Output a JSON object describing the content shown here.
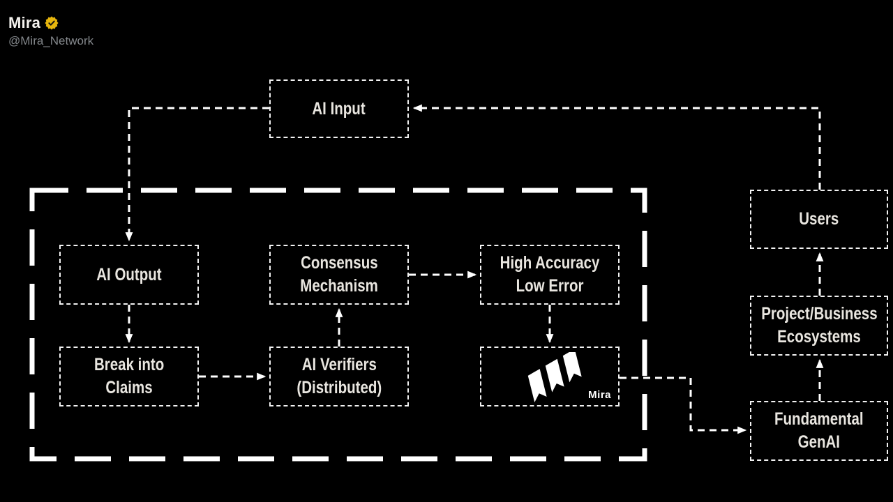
{
  "header": {
    "display_name": "Mira",
    "handle": "@Mira_Network",
    "badge": "gold-verified-checkmark"
  },
  "colors": {
    "background": "#000000",
    "box_border": "#f2f2f2",
    "label_text": "#e9e6e0",
    "connector": "#ffffff",
    "badge_gold": "#e7b60d",
    "badge_check": "#131313",
    "handle_text": "#83878b"
  },
  "diagram": {
    "boxes": {
      "ai_input": {
        "line1": "AI Input",
        "line2": ""
      },
      "ai_output": {
        "line1": "AI Output",
        "line2": ""
      },
      "break_into_claims": {
        "line1": "Break into",
        "line2": "Claims"
      },
      "consensus": {
        "line1": "Consensus",
        "line2": "Mechanism"
      },
      "ai_verifiers": {
        "line1": "AI Verifiers",
        "line2": "(Distributed)"
      },
      "high_accuracy": {
        "line1": "High Accuracy",
        "line2": "Low Error"
      },
      "mira": {
        "logo": "mira-three-flags-logo",
        "brand_label": "Mira"
      },
      "users": {
        "line1": "Users",
        "line2": ""
      },
      "project_business": {
        "line1": "Project/Business",
        "line2": "Ecosystems"
      },
      "fundamental_genai": {
        "line1": "Fundamental",
        "line2": "GenAI"
      }
    },
    "container": "dashed frame enclosing AI Output, Break into Claims, Consensus Mechanism, AI Verifiers, High Accuracy Low Error, Mira",
    "connections": [
      {
        "from": "users",
        "to": "ai_input"
      },
      {
        "from": "ai_input",
        "to": "ai_output"
      },
      {
        "from": "ai_output",
        "to": "break_into_claims"
      },
      {
        "from": "break_into_claims",
        "to": "ai_verifiers"
      },
      {
        "from": "ai_verifiers",
        "to": "consensus"
      },
      {
        "from": "consensus",
        "to": "high_accuracy"
      },
      {
        "from": "high_accuracy",
        "to": "mira"
      },
      {
        "from": "mira",
        "to": "fundamental_genai"
      },
      {
        "from": "fundamental_genai",
        "to": "project_business"
      },
      {
        "from": "project_business",
        "to": "users"
      }
    ]
  }
}
